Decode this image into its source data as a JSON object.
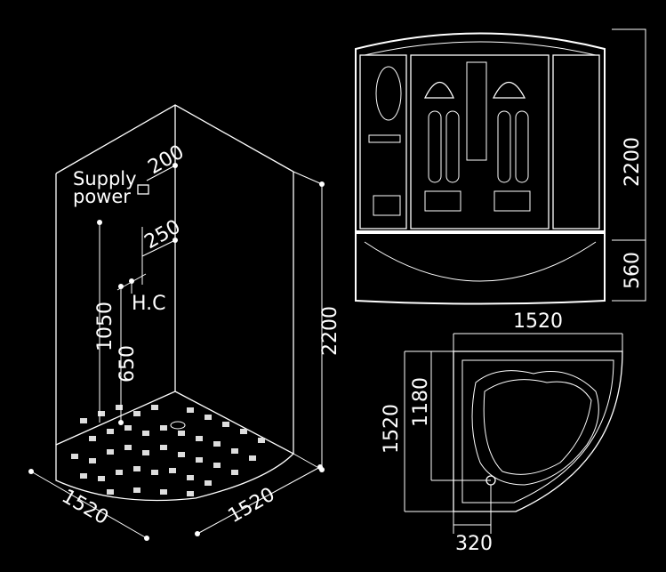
{
  "iso_view": {
    "supply_power_line1": "Supply",
    "supply_power_line2": "power",
    "dim_supply_height": "200",
    "dim_outlet_height": "250",
    "dim_mixer_height": "1050",
    "dim_drain_height": "650",
    "hot_cold_label": "H.C",
    "dim_total_height": "2200",
    "dim_width_left": "1520",
    "dim_width_right": "1520"
  },
  "front_view": {
    "dim_total_height": "2200",
    "dim_base_height": "560"
  },
  "plan_view": {
    "dim_top_width": "1520",
    "dim_outer_depth": "1520",
    "dim_inner_depth": "1180",
    "dim_drain_offset": "320"
  }
}
